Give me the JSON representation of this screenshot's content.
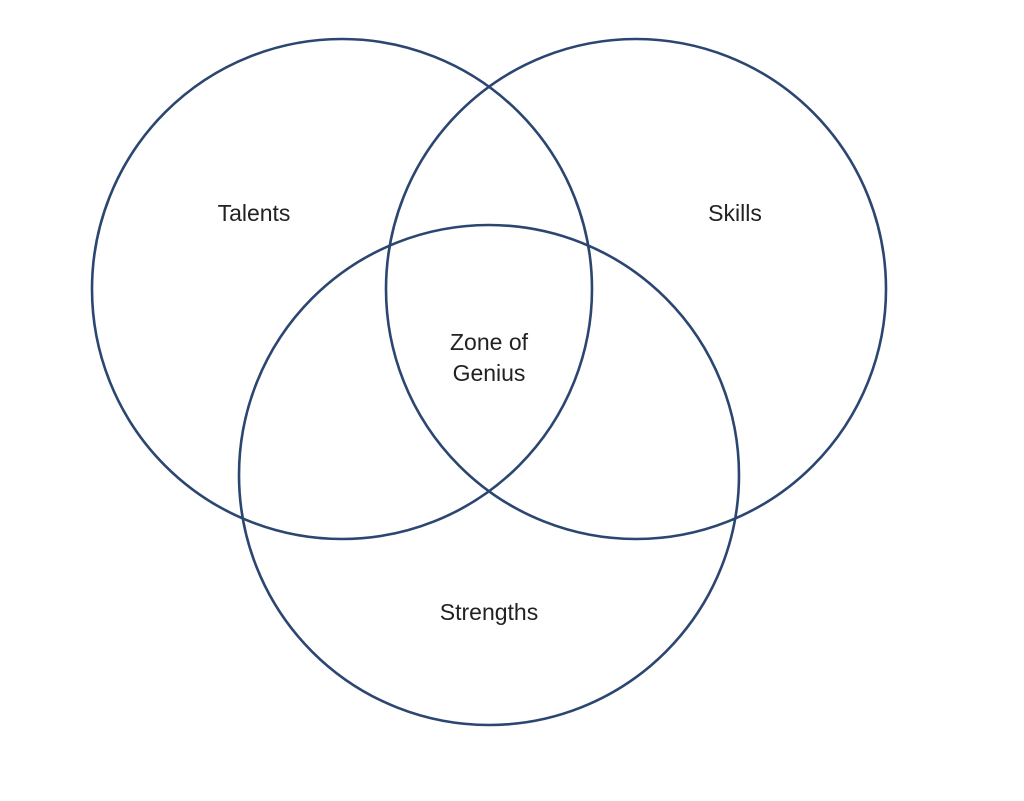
{
  "diagram": {
    "sets": {
      "talents": "Talents",
      "skills": "Skills",
      "strengths": "Strengths"
    },
    "intersection": {
      "line1": "Zone of",
      "line2": "Genius"
    }
  },
  "colors": {
    "stroke": "#2b4670",
    "text": "#222222",
    "background": "#ffffff"
  }
}
